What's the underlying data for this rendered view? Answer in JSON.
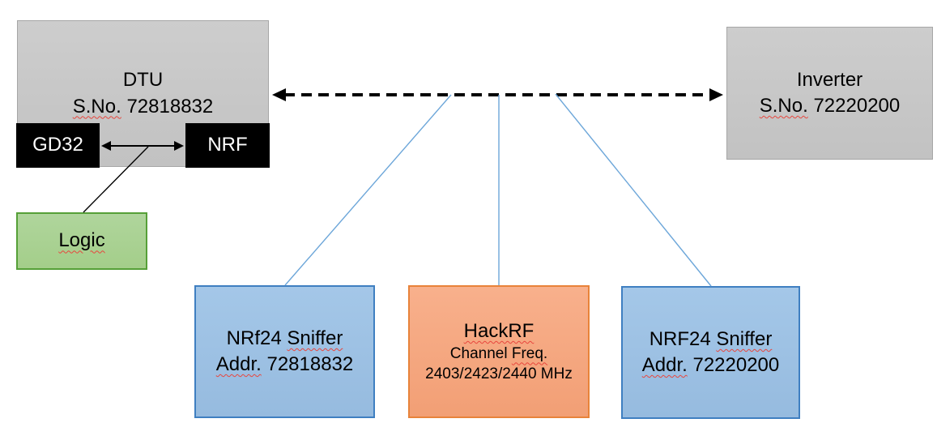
{
  "diagram": {
    "background": "#ffffff",
    "nodes": {
      "dtu": {
        "title": "DTU",
        "serial": {
          "flag": "S.No.",
          "post": " 72818832"
        }
      },
      "gd32": {
        "label": "GD32"
      },
      "nrf": {
        "label": "NRF"
      },
      "logic": {
        "label": {
          "flag": "Logic"
        }
      },
      "inverter": {
        "title": "Inverter",
        "serial": {
          "flag": "S.No.",
          "post": " 72220200"
        }
      },
      "sniffer_left": {
        "line1": {
          "pre": "NRf24 ",
          "flag": "Sniffer"
        },
        "line2": {
          "flag": "Addr.",
          "post": " 72818832"
        }
      },
      "hackrf": {
        "line1": {
          "flag": "HackRF"
        },
        "line2": {
          "pre": "Channel ",
          "flag": "Freq."
        },
        "line3": {
          "pre": "2403/2423/2440 MHz"
        }
      },
      "sniffer_right": {
        "line1": {
          "pre": "NRF24 ",
          "flag": "Sniffer"
        },
        "line2": {
          "flag": "Addr.",
          "post": " 72220200"
        }
      }
    },
    "connectors": [
      {
        "from": "dtu",
        "to": "inverter",
        "style": "dashed",
        "arrows": "both",
        "color": "#000000"
      },
      {
        "from": "gd32",
        "to": "nrf",
        "style": "solid",
        "arrows": "both",
        "color": "#000000"
      },
      {
        "from": "gd32-nrf-arrow",
        "to": "logic",
        "style": "solid",
        "arrows": "none",
        "color": "#000000"
      },
      {
        "from": "dtu-inverter-link",
        "to": "sniffer_left",
        "style": "solid",
        "arrows": "none",
        "color": "#6ca6d9"
      },
      {
        "from": "dtu-inverter-link",
        "to": "hackrf",
        "style": "solid",
        "arrows": "none",
        "color": "#6ca6d9"
      },
      {
        "from": "dtu-inverter-link",
        "to": "sniffer_right",
        "style": "solid",
        "arrows": "none",
        "color": "#6ca6d9"
      }
    ],
    "colors": {
      "gray_fill": "#c7c7c7",
      "gray_border": "#a6a6a6",
      "black_fill": "#000000",
      "text_on_black": "#ffffff",
      "green_fill": "#a9d18e",
      "green_border": "#56a038",
      "blue_fill": "#9ec3e5",
      "blue_border": "#3f7fc1",
      "orange_fill": "#f6a983",
      "orange_border": "#e8833a",
      "connector_blue": "#6ca6d9",
      "arrow_black": "#000000",
      "spellcheck_red": "#e8453c",
      "text": "#000000"
    }
  }
}
